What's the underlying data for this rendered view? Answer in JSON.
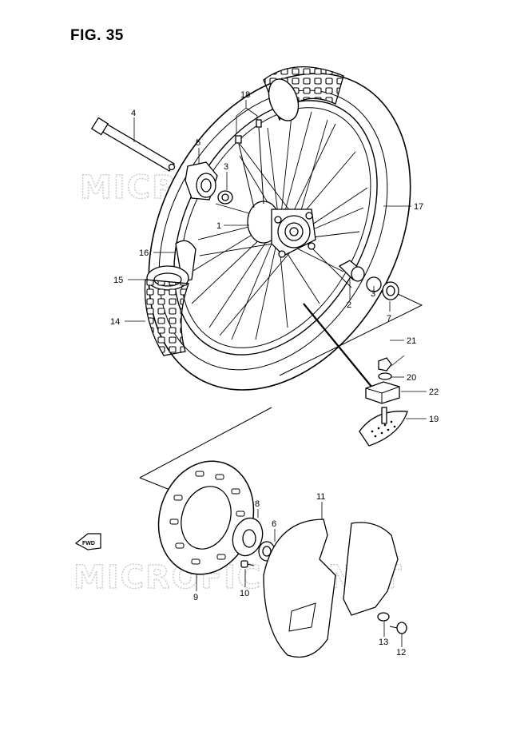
{
  "figure": {
    "title": "FIG. 35"
  },
  "watermark": {
    "text": "MICROFICHE.NET",
    "color": "#c9c9c9"
  },
  "front_marker": {
    "text": "FWD"
  },
  "callouts": [
    {
      "id": "c1",
      "label": "1"
    },
    {
      "id": "c2",
      "label": "2"
    },
    {
      "id": "c3a",
      "label": "3"
    },
    {
      "id": "c3b",
      "label": "3"
    },
    {
      "id": "c4",
      "label": "4"
    },
    {
      "id": "c5",
      "label": "5"
    },
    {
      "id": "c6",
      "label": "6"
    },
    {
      "id": "c7",
      "label": "7"
    },
    {
      "id": "c8",
      "label": "8"
    },
    {
      "id": "c9",
      "label": "9"
    },
    {
      "id": "c10",
      "label": "10"
    },
    {
      "id": "c11",
      "label": "11"
    },
    {
      "id": "c12",
      "label": "12"
    },
    {
      "id": "c13",
      "label": "13"
    },
    {
      "id": "c14",
      "label": "14"
    },
    {
      "id": "c15",
      "label": "15"
    },
    {
      "id": "c16",
      "label": "16"
    },
    {
      "id": "c17",
      "label": "17"
    },
    {
      "id": "c18",
      "label": "18"
    },
    {
      "id": "c19",
      "label": "19"
    },
    {
      "id": "c20",
      "label": "20"
    },
    {
      "id": "c21",
      "label": "21"
    },
    {
      "id": "c22",
      "label": "22"
    }
  ]
}
